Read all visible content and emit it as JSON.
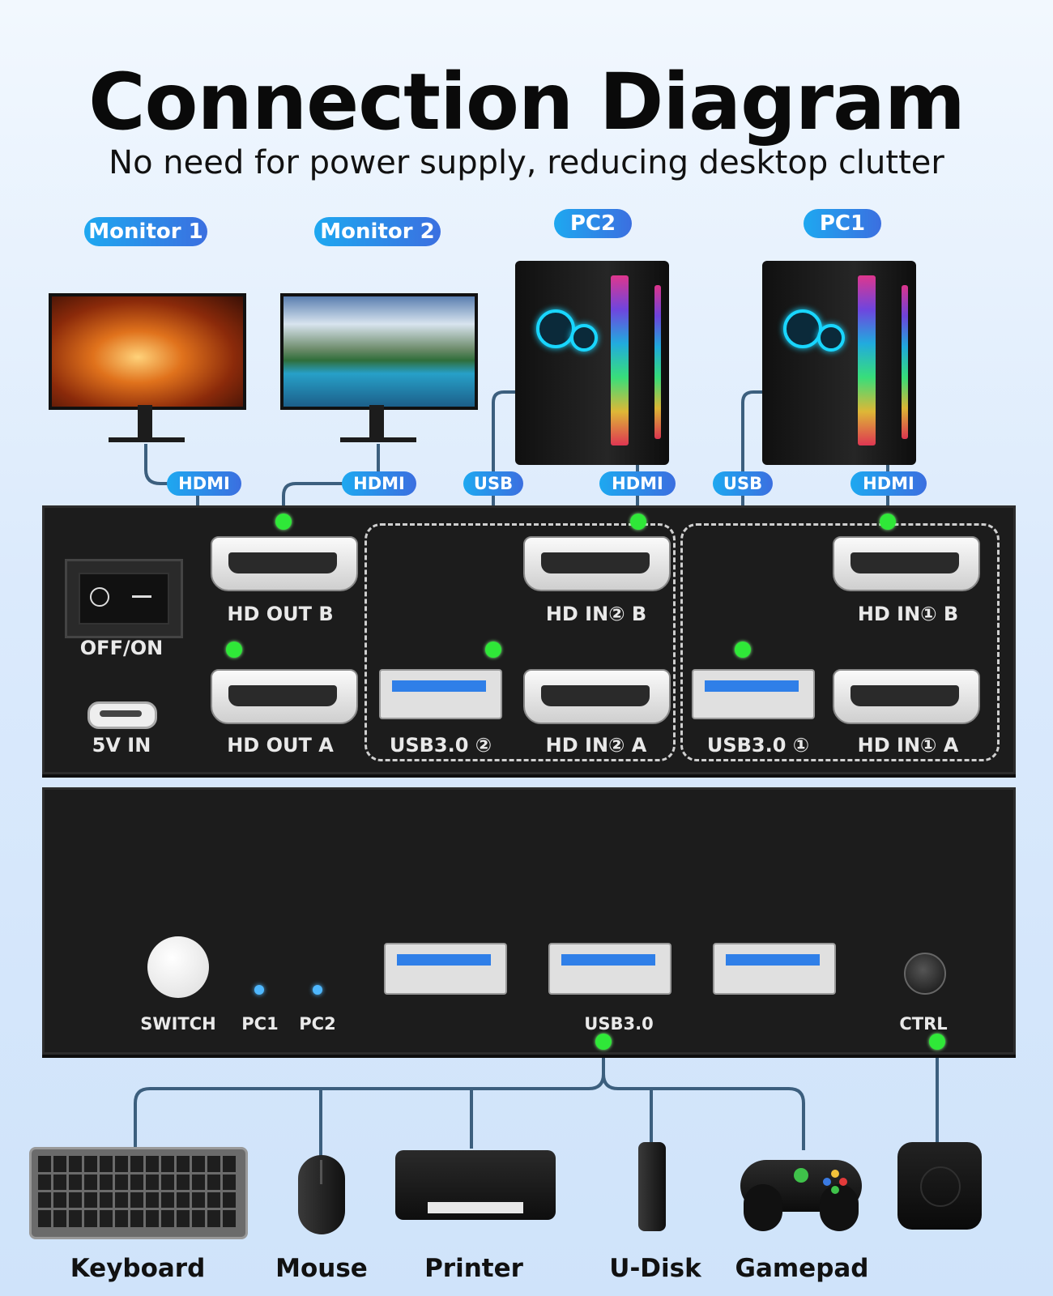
{
  "header": {
    "title": "Connection Diagram",
    "subtitle": "No need for power supply, reducing desktop clutter"
  },
  "top_labels": {
    "monitor1": "Monitor 1",
    "monitor2": "Monitor 2",
    "pc2": "PC2",
    "pc1": "PC1"
  },
  "cable_tags": {
    "hdmi": "HDMI",
    "usb": "USB"
  },
  "rear_panel": {
    "switch_label": "OFF/ON",
    "power_label": "5V IN",
    "hd_out_b": "HD OUT B",
    "hd_out_a": "HD OUT A",
    "usb2": "USB3.0 ②",
    "hd_in2_b": "HD IN② B",
    "hd_in2_a": "HD IN② A",
    "usb1": "USB3.0 ①",
    "hd_in1_b": "HD IN① B",
    "hd_in1_a": "HD IN① A"
  },
  "front_panel": {
    "switch": "SWITCH",
    "pc1": "PC1",
    "pc2": "PC2",
    "usb": "USB3.0",
    "ctrl": "CTRL"
  },
  "devices": {
    "keyboard": "Keyboard",
    "mouse": "Mouse",
    "printer": "Printer",
    "udisk": "U-Disk",
    "gamepad": "Gamepad"
  },
  "colors": {
    "accent_gradient_start": "#1ea8f0",
    "accent_gradient_end": "#3b6fe0",
    "connector_dot": "#2fe838",
    "cable": "#3c5f7e"
  }
}
